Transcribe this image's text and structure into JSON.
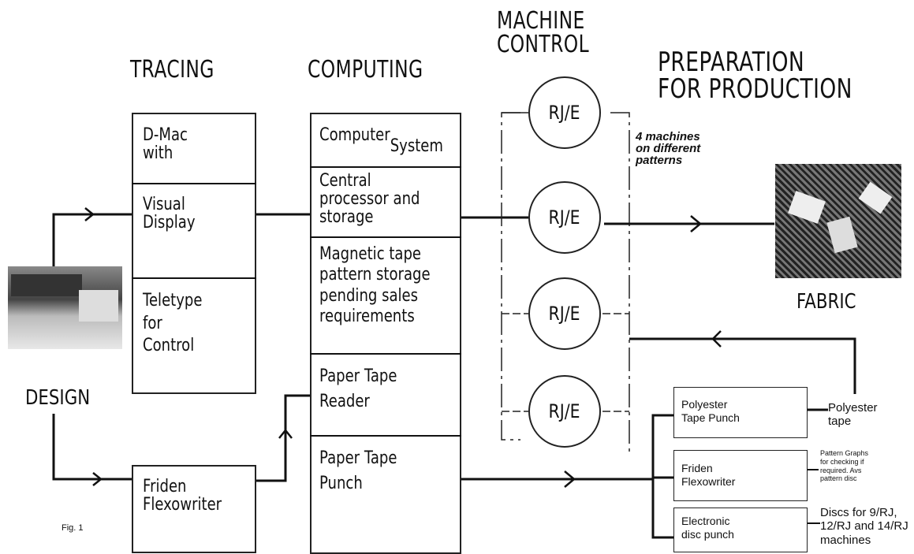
{
  "headers": {
    "tracing": "TRACING",
    "computing": "COMPUTING",
    "machine_control": [
      "MACHINE",
      "CONTROL"
    ],
    "preparation": [
      "PREPARATION",
      "FOR PRODUCTION"
    ]
  },
  "design_label": "DESIGN",
  "fig_label": "Fig. 1",
  "tracing": {
    "dmac": [
      "D-Mac",
      "with"
    ],
    "visual": [
      "Visual",
      "Display"
    ],
    "teletype": [
      "Teletype",
      "for",
      "Control"
    ],
    "friden": [
      "Friden",
      "Flexowriter"
    ]
  },
  "computing": {
    "computer_a": "Computer",
    "computer_b": "System",
    "central": [
      "Central",
      "processor and",
      "storage"
    ],
    "magnetic": [
      "Magnetic tape",
      "pattern storage",
      "pending sales",
      "requirements"
    ],
    "reader": [
      "Paper Tape",
      "Reader"
    ],
    "punch": [
      "Paper Tape",
      "Punch"
    ]
  },
  "machines": [
    "RJ/E",
    "RJ/E",
    "RJ/E",
    "RJ/E"
  ],
  "machines_note": [
    "4 machines",
    "on different",
    "patterns"
  ],
  "fabric_label": "FABRIC",
  "production": {
    "polyester_punch": [
      "Polyester",
      "Tape Punch"
    ],
    "friden": [
      "Friden",
      "Flexowriter"
    ],
    "disc_punch": [
      "Electronic",
      "disc punch"
    ],
    "polyester_tape": [
      "Polyester",
      "tape"
    ],
    "pattern_graphs": [
      "Pattern Graphs",
      "for checking if",
      "required. Avs",
      "pattern disc"
    ],
    "discs": [
      "Discs for 9/RJ,",
      "12/RJ and 14/RJ",
      "machines"
    ]
  }
}
